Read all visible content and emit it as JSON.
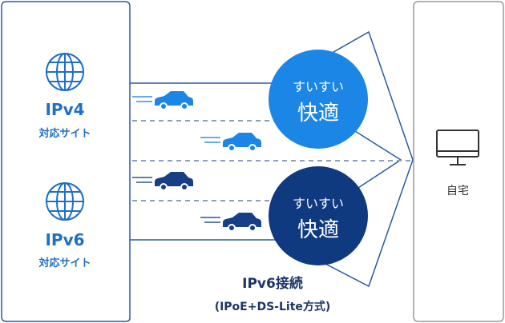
{
  "sources": [
    {
      "label": "IPv4",
      "sublabel": "対応サイト",
      "icon": "globe-icon"
    },
    {
      "label": "IPv6",
      "sublabel": "対応サイト",
      "icon": "globe-icon"
    }
  ],
  "badges": [
    {
      "line1": "すいすい",
      "line2": "快適",
      "color": "#1b86e6"
    },
    {
      "line1": "すいすい",
      "line2": "快適",
      "color": "#0f3a80"
    }
  ],
  "destination": {
    "label": "自宅",
    "icon": "monitor-icon"
  },
  "connection": {
    "title": "IPv6接続",
    "subtitle": "(IPoE+DS-Lite方式)"
  },
  "colors": {
    "car_blue": "#1b86e6",
    "car_navy": "#163f86",
    "border": "#2a5aa0",
    "dash": "#8a9fc2"
  }
}
